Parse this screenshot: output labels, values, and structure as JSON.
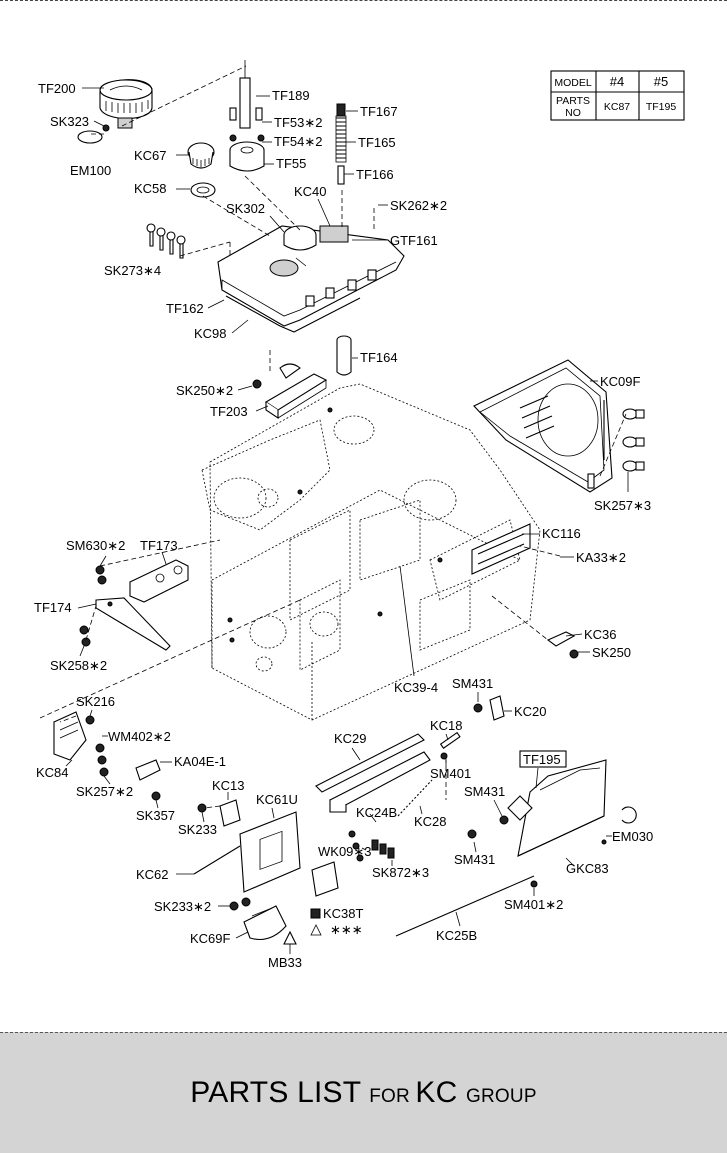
{
  "model_table": {
    "header_model": "MODEL",
    "header_col1": "#4",
    "header_col2": "#5",
    "row_label_line1": "PARTS",
    "row_label_line2": "NO",
    "row_col1": "KC87",
    "row_col2": "TF195"
  },
  "parts": {
    "TF200": "TF200",
    "SK323": "SK323",
    "EM100": "EM100",
    "TF189": "TF189",
    "TF53": "TF53∗2",
    "TF54": "TF54∗2",
    "TF55": "TF55",
    "TF167": "TF167",
    "TF165": "TF165",
    "TF166": "TF166",
    "KC67": "KC67",
    "KC58": "KC58",
    "SK302": "SK302",
    "KC40": "KC40",
    "SK262": "SK262∗2",
    "GTF161": "GTF161",
    "SK273": "SK273∗4",
    "TF162": "TF162",
    "KC98": "KC98",
    "TF164": "TF164",
    "SK250a": "SK250∗2",
    "TF203": "TF203",
    "KC09F": "KC09F",
    "SK257a": "SK257∗3",
    "KC116": "KC116",
    "KA33": "KA33∗2",
    "SM630": "SM630∗2",
    "TF173": "TF173",
    "TF174": "TF174",
    "SK258": "SK258∗2",
    "KC36": "KC36",
    "SK250b": "SK250",
    "KC39": "KC39-4",
    "SM431a": "SM431",
    "KC20": "KC20",
    "SK216": "SK216",
    "WM402": "WM402∗2",
    "KC84": "KC84",
    "KA04E": "KA04E-1",
    "SK257b": "SK257∗2",
    "KC13": "KC13",
    "SK357": "SK357",
    "SK233a": "SK233",
    "KC29": "KC29",
    "KC18": "KC18",
    "SM401a": "SM401",
    "TF195": "TF195",
    "SM431b": "SM431",
    "EM030": "EM030",
    "KC61U": "KC61U",
    "KC24B": "KC24B",
    "KC28": "KC28",
    "SM431c": "SM431",
    "WK09": "WK09∗3",
    "SK872": "SK872∗3",
    "GKC83": "GKC83",
    "KC62": "KC62",
    "SM401b": "SM401∗2",
    "SK233b": "SK233∗2",
    "KC38T": "KC38T",
    "KC38T_sub": "∗∗∗",
    "KC69F": "KC69F",
    "KC25B": "KC25B",
    "MB33": "MB33"
  },
  "footer": {
    "part1": "PARTS LIST ",
    "part2": "FOR ",
    "part3": "KC ",
    "part4": "GROUP"
  }
}
